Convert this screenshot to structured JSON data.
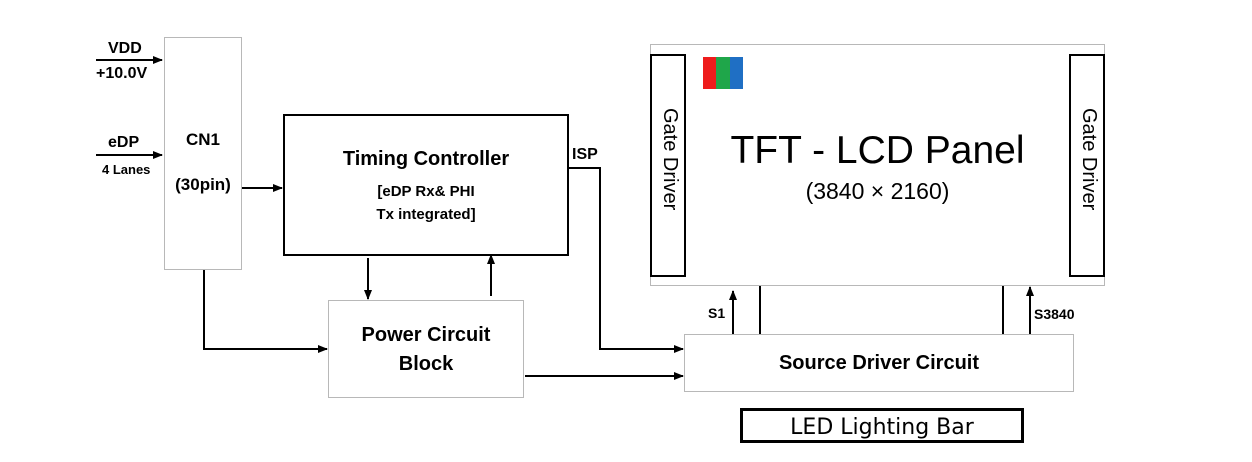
{
  "inputs": {
    "vdd_label": "VDD",
    "vdd_value": "+10.0V",
    "edp_label": "eDP",
    "edp_lanes": "4 Lanes"
  },
  "connector": {
    "name": "CN1",
    "pins": "(30pin)"
  },
  "timing_controller": {
    "title": "Timing Controller",
    "line1": "[eDP Rx& PHI",
    "line2": "Tx integrated]",
    "isp_label": "ISP"
  },
  "power_block": {
    "line1": "Power Circuit",
    "line2": "Block"
  },
  "panel": {
    "title": "TFT - LCD Panel",
    "resolution": "(3840 × 2160)",
    "gate_driver_left": "Gate Driver",
    "gate_driver_right": "Gate Driver",
    "rgb_colors": [
      "#ee1c1c",
      "#1fa64a",
      "#1f6fc4"
    ]
  },
  "source_driver": {
    "title": "Source Driver Circuit",
    "s1_label": "S1",
    "sn_label": "S3840"
  },
  "led_bar": {
    "label": "LED Lighting Bar"
  }
}
